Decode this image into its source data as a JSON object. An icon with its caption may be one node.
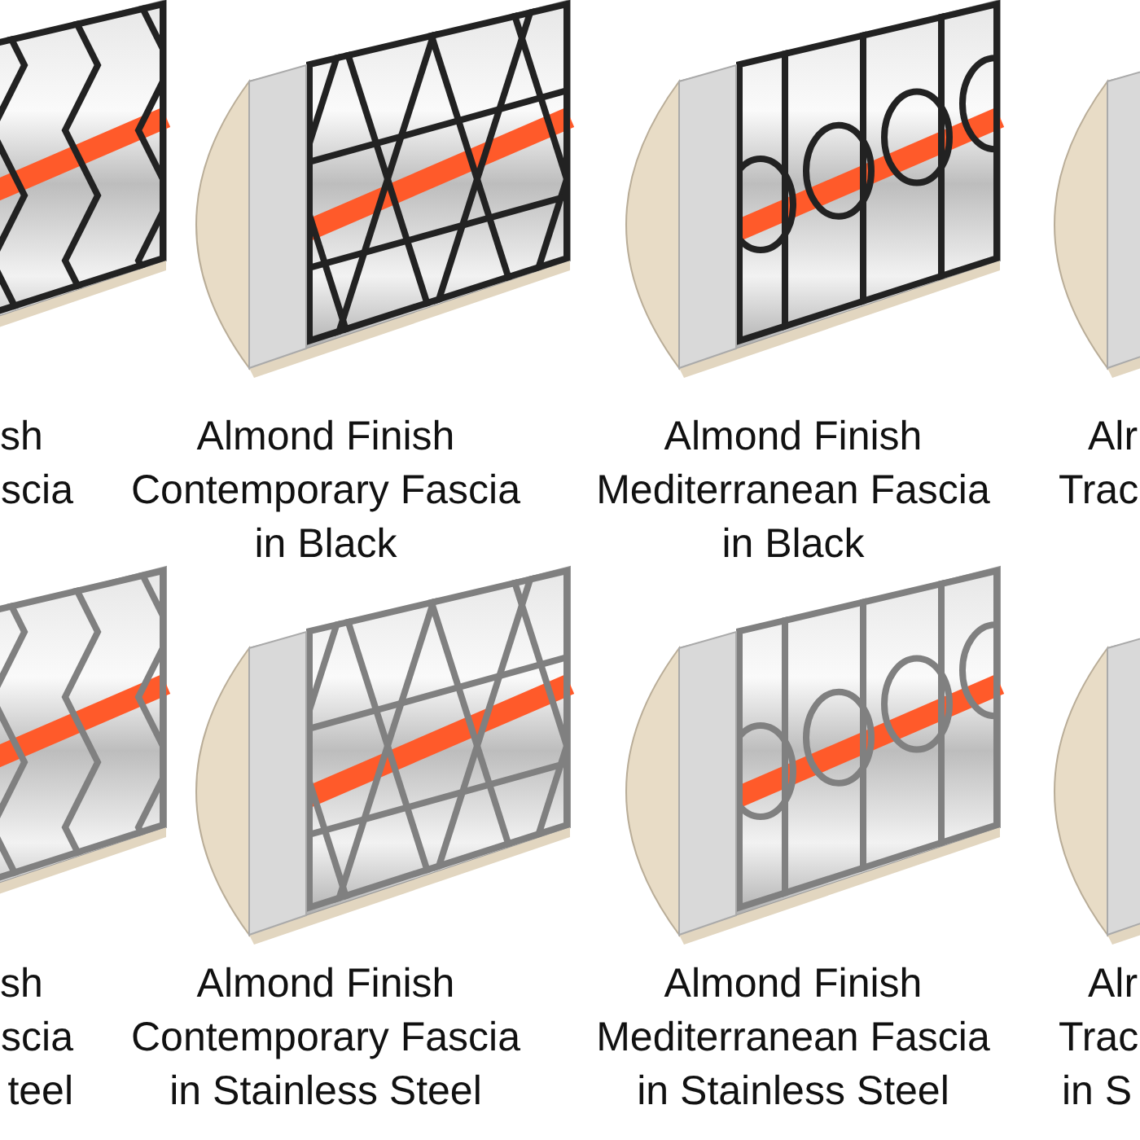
{
  "diagram": {
    "labels": [
      "sh",
      "scia",
      "Almond Finish Contemporary Fascia in Black",
      "Almond Finish Mediterranean Fascia in Black",
      "Alr",
      "Trac",
      "sh",
      "scia",
      "teel",
      "Almond Finish Contemporary Fascia in Stainless Steel",
      "Almond Finish Mediterranean Fascia in Stainless Steel",
      "Alr",
      "Trac",
      "in S"
    ]
  }
}
